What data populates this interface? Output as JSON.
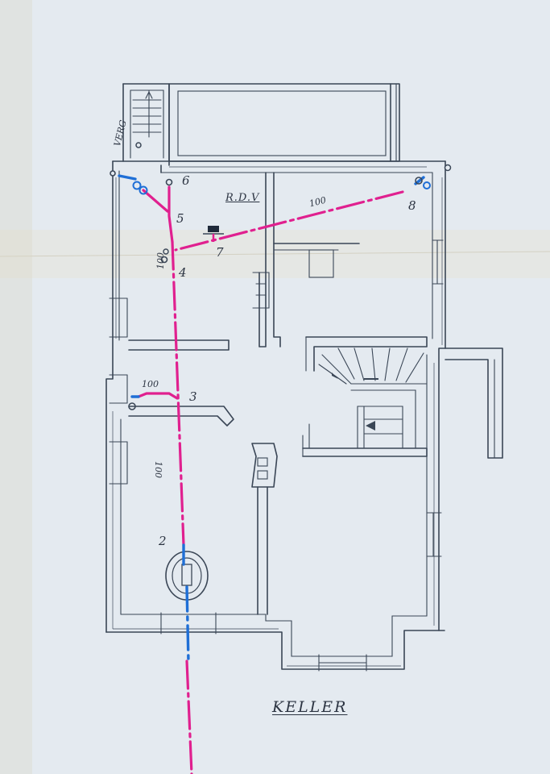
{
  "plan": {
    "floor_label": "KELLER",
    "room_label": "R.D.V",
    "side_label": "VERG",
    "points": {
      "p2": "2",
      "p3": "3",
      "p4": "4",
      "p5": "5",
      "p6": "6",
      "p7": "7",
      "p8": "8"
    },
    "pipe_sizes": {
      "upper_diagonal": "100",
      "left_branch": "100",
      "vertical_main": "100",
      "vertical_short": "100"
    }
  },
  "colors": {
    "paper": "#e3e9ef",
    "ink": "#3a4656",
    "pipe_magenta": "#e0208f",
    "pipe_blue": "#1f6fd6"
  }
}
